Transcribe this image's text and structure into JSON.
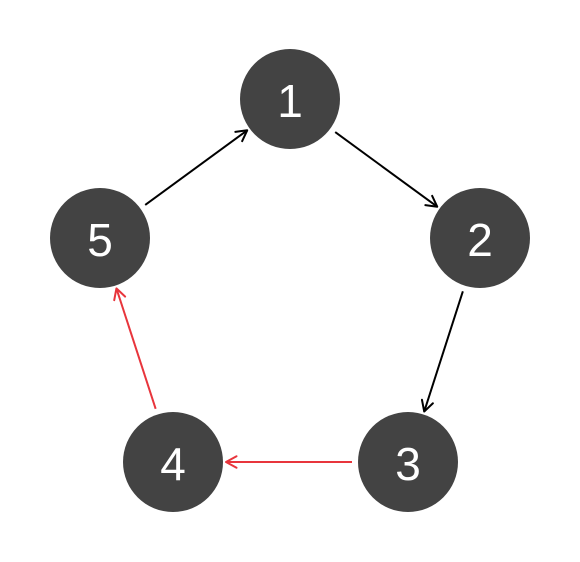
{
  "diagram": {
    "nodes": [
      {
        "id": "1",
        "label": "1"
      },
      {
        "id": "2",
        "label": "2"
      },
      {
        "id": "3",
        "label": "3"
      },
      {
        "id": "4",
        "label": "4"
      },
      {
        "id": "5",
        "label": "5"
      }
    ],
    "edges": [
      {
        "from": "1",
        "to": "2",
        "color": "#000000"
      },
      {
        "from": "2",
        "to": "3",
        "color": "#000000"
      },
      {
        "from": "3",
        "to": "4",
        "color": "#e8353c"
      },
      {
        "from": "4",
        "to": "5",
        "color": "#e8353c"
      },
      {
        "from": "5",
        "to": "1",
        "color": "#000000"
      }
    ],
    "colors": {
      "node_fill": "#434343",
      "node_text": "#ffffff",
      "background": "#ffffff"
    }
  }
}
